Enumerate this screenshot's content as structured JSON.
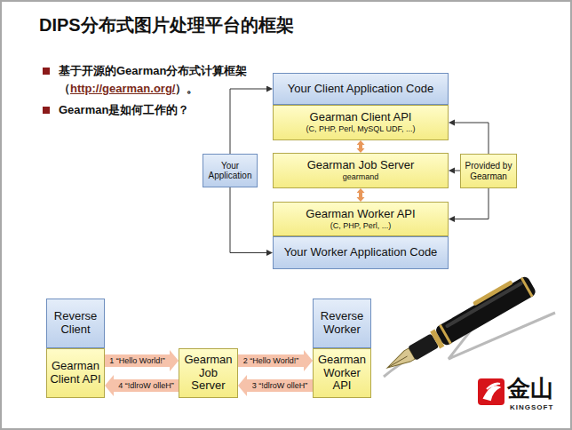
{
  "diagram": {
    "title": "DIPS分布式图片处理平台的框架",
    "nodes": [
      {
        "text": [
          "Your Client Application Code"
        ]
      },
      {
        "text": [
          "Gearman Client API",
          "(C, PHP, Perl, MySQL UDF, ...)"
        ]
      },
      {
        "text": [
          "Your Application"
        ]
      },
      {
        "text": [
          "Gearman Job Server",
          "gearmand"
        ]
      },
      {
        "text": [
          "Provided by Gearman"
        ]
      },
      {
        "text": [
          "Gearman Worker API",
          "(C, PHP, Perl, ...)"
        ]
      },
      {
        "text": [
          "Your Worker Application Code"
        ]
      },
      {
        "text": [
          "Reverse Client"
        ]
      },
      {
        "text": [
          "Gearman Client API"
        ]
      },
      {
        "text": [
          "Gearman Job Server"
        ]
      },
      {
        "text": [
          "Reverse Worker"
        ]
      },
      {
        "text": [
          "Gearman Worker API"
        ]
      }
    ],
    "edges": [
      {
        "from": 2,
        "to": 0,
        "arrow": "to"
      },
      {
        "from": 2,
        "to": 6,
        "arrow": "to"
      },
      {
        "from": 4,
        "to": 1,
        "arrow": "to"
      },
      {
        "from": 4,
        "to": 3,
        "arrow": "to"
      },
      {
        "from": 4,
        "to": 5,
        "arrow": "to"
      },
      {
        "from": 1,
        "to": 3,
        "arrow": "both"
      },
      {
        "from": 3,
        "to": 5,
        "arrow": "both"
      },
      {
        "from": 8,
        "to": 9,
        "label": "1 “Hello World!”",
        "arrow": "to"
      },
      {
        "from": 9,
        "to": 11,
        "label": "2 “Hello World!”",
        "arrow": "to"
      },
      {
        "from": 11,
        "to": 9,
        "label": "3 “!dlroW olleH”",
        "arrow": "to"
      },
      {
        "from": 9,
        "to": 8,
        "label": "4 “!dlroW olleH”",
        "arrow": "to"
      }
    ],
    "labels": [
      "基于开源的Gearman分布式计算框架（",
      "http://gearman.org/",
      "）。",
      "Gearman是如何工作的？",
      "金山",
      "KINGSOFT"
    ]
  }
}
